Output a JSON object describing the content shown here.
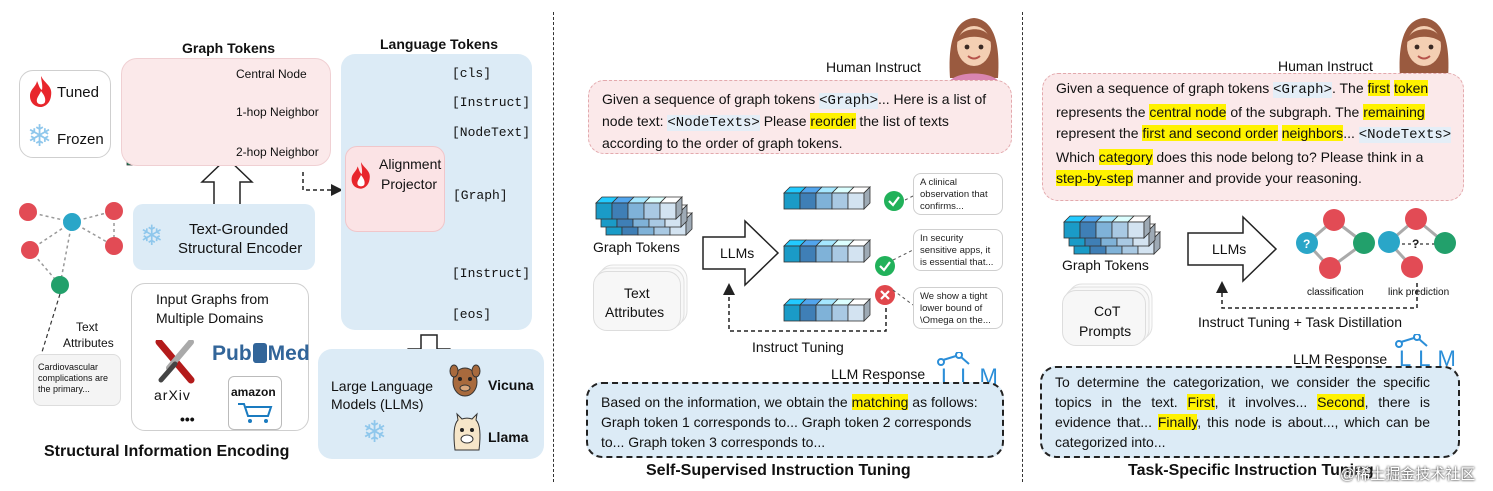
{
  "left": {
    "legend": {
      "tuned": "Tuned",
      "frozen": "Frozen"
    },
    "graph_tokens": {
      "title": "Graph Tokens",
      "central": "Central Node",
      "hop1": "1-hop Neighbor",
      "hop2": "2-hop Neighbor"
    },
    "encoder": {
      "label_line1": "Text-Grounded",
      "label_line2": "Structural Encoder"
    },
    "text_attr": {
      "label_line1": "Text",
      "label_line2": "Attributes",
      "content": "Cardiovascular complications are the primary..."
    },
    "input_graphs": {
      "line1": "Input Graphs from",
      "line2": "Multiple Domains",
      "arxiv": "arXiv",
      "pubmed_pub": "Pub",
      "pubmed_med": "Med",
      "amazon": "amazon",
      "ellipsis": "•••"
    },
    "language_tokens": {
      "title": "Language Tokens",
      "cls": "[cls]",
      "instruct1": "[Instruct]",
      "nodetext": "[NodeText]",
      "graph": "[Graph]",
      "instruct2": "[Instruct]",
      "eos": "[eos]"
    },
    "projector": {
      "line1": "Alignment",
      "line2": "Projector"
    },
    "llm": {
      "line1": "Large Language",
      "line2": "Models (LLMs)",
      "vicuna": "Vicuna",
      "llama": "Llama"
    },
    "caption": "Structural Information Encoding"
  },
  "middle": {
    "human_label": "Human Instruct",
    "instruct": {
      "p1": "Given a sequence of graph tokens ",
      "graph_tok": "<Graph>",
      "p2": "... Here is a list of node text: ",
      "nodetexts_tok": "<NodeTexts>",
      "p3": " Please ",
      "reorder": "reorder",
      "p4": " the list of texts according to the order of graph tokens."
    },
    "graph_tokens": "Graph Tokens",
    "text_attr": {
      "line1": "Text",
      "line2": "Attributes"
    },
    "llms": "LLMs",
    "bubbles": [
      "A clinical observation that confirms...",
      "In security sensitive apps, it is essential that...",
      "We show a tight lower bound of \\Omega on the..."
    ],
    "instruct_tuning": "Instruct Tuning",
    "llm_response_label": "LLM Response",
    "response": {
      "p1": "Based on the information, we obtain the ",
      "matching": "matching",
      "p2": " as follows: Graph token 1 corresponds to... Graph token 2 corresponds to... Graph token 3 corresponds to..."
    },
    "caption": "Self-Supervised Instruction Tuning"
  },
  "right": {
    "human_label": "Human Instruct",
    "instruct": {
      "p1": "Given a sequence of graph tokens ",
      "graph_tok": "<Graph>",
      "p2": ". The ",
      "first": "first",
      "p2b": " ",
      "token": "token",
      "p3": " represents the ",
      "central": "central node",
      "p4": " of the subgraph. The ",
      "remaining": "remaining",
      "p5": " represent the ",
      "first_second": "first and second order",
      "p5b": " ",
      "neighbors": "neighbors",
      "p6": "... ",
      "nodetexts_tok": "<NodeTexts>",
      "p7": " Which ",
      "category": "category",
      "p8": " does this node belong to? Please think in a ",
      "step": "step-by-step",
      "p9": " manner and provide your reasoning."
    },
    "graph_tokens": "Graph Tokens",
    "cot": {
      "line1": "CoT",
      "line2": "Prompts"
    },
    "llms": "LLMs",
    "classification": "classification",
    "link_prediction": "link prediction",
    "distill": "Instruct Tuning + Task Distillation",
    "llm_response_label": "LLM Response",
    "response": {
      "p1": "To determine the categorization, we consider the specific topics in the text. ",
      "first": "First",
      "p2": ", it involves... ",
      "second": "Second",
      "p3": ", there is evidence that... ",
      "finally": "Finally",
      "p4": ", this node is about..., which can be categorized into..."
    },
    "caption": "Task-Specific Instruction Tuning",
    "watermark": "@稀土掘金技术社区"
  },
  "llm_logo": "LLM",
  "colors": {
    "pink_bg": "#fbe9ea",
    "blue_bg": "#dcebf6",
    "highlight": "#fff200",
    "check": "#21b15a",
    "cross": "#e0474c",
    "node_red": "#e24b55",
    "node_teal": "#2aa6c8",
    "node_green": "#22a06b"
  }
}
